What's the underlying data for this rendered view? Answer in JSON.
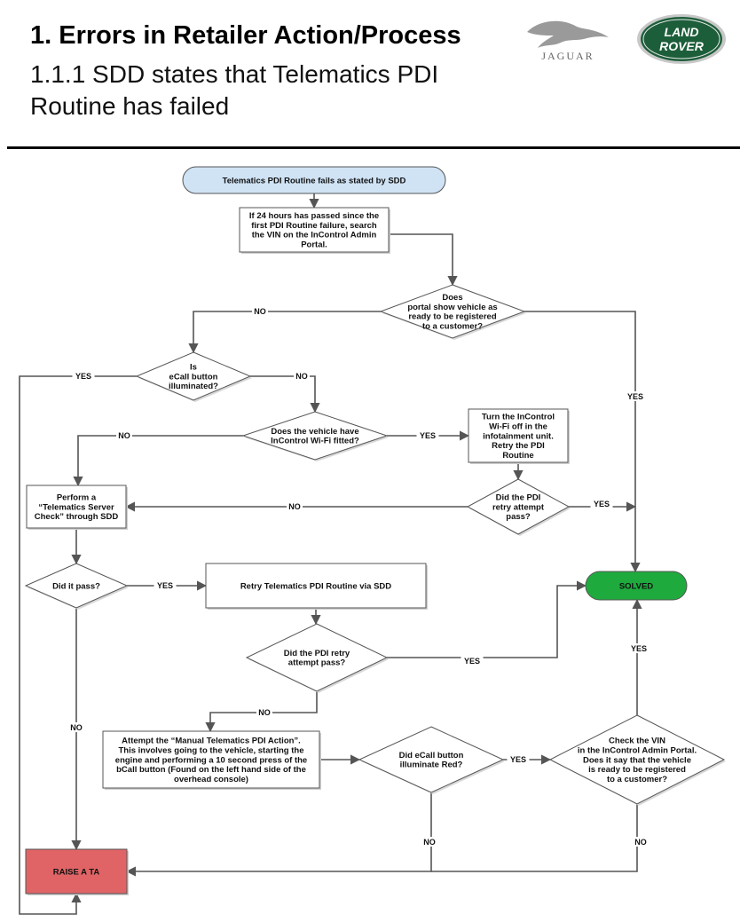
{
  "header": {
    "title": "1. Errors in Retailer Action/Process",
    "subtitle_line1": "1.1.1 SDD states that Telematics PDI",
    "subtitle_line2": "Routine has failed"
  },
  "logos": {
    "jaguar": {
      "text": "JAGUAR"
    },
    "landrover": {
      "line1": "LAND",
      "line2": "ROVER",
      "color": "#1d5e3a"
    }
  },
  "colors": {
    "start": "#cfe3f5",
    "solved": "#1faa3e",
    "raise": "#e06466",
    "box": "#ffffff",
    "line": "#555555"
  },
  "nodes": [
    {
      "id": "start",
      "lines": [
        "Telematics PDI Routine fails as stated by SDD"
      ]
    },
    {
      "id": "search",
      "lines": [
        "If 24 hours has passed since the",
        "first PDI Routine failure, search",
        "the VIN on the InControl Admin",
        "Portal."
      ]
    },
    {
      "id": "portal",
      "lines": [
        "Does",
        "portal show vehicle as",
        "ready to be registered",
        "to a customer?"
      ]
    },
    {
      "id": "ecall",
      "lines": [
        "Is",
        "eCall button",
        "illuminated?"
      ]
    },
    {
      "id": "wifi",
      "lines": [
        "Does the vehicle have",
        "InControl Wi-Fi fitted?"
      ]
    },
    {
      "id": "turnoff",
      "lines": [
        "Turn the InControl",
        "Wi-Fi off in the",
        "infotainment unit.",
        "Retry the PDI",
        "Routine"
      ]
    },
    {
      "id": "retry1",
      "lines": [
        "Did the PDI",
        "retry attempt",
        "pass?"
      ]
    },
    {
      "id": "servercheck",
      "lines": [
        "Perform a",
        "“Telematics Server",
        "Check” through SDD"
      ]
    },
    {
      "id": "pass",
      "lines": [
        "Did it pass?"
      ]
    },
    {
      "id": "retrysdd",
      "lines": [
        "Retry Telematics PDI Routine via SDD"
      ]
    },
    {
      "id": "solved",
      "lines": [
        "SOLVED"
      ]
    },
    {
      "id": "retry2",
      "lines": [
        "Did the PDI  retry",
        "attempt pass?"
      ]
    },
    {
      "id": "manual",
      "lines": [
        "Attempt the “Manual Telematics PDI Action”.",
        "This involves going to the vehicle, starting the",
        "engine and performing a 10 second press of the",
        "bCall button (Found on the left hand side of the",
        "overhead console)"
      ]
    },
    {
      "id": "ecallred",
      "lines": [
        "Did eCall button",
        "illuminate Red?"
      ]
    },
    {
      "id": "checkvin",
      "lines": [
        "Check the VIN",
        "in the InControl Admin Portal.",
        "Does it say that the vehicle",
        "is ready to be registered",
        "to a customer?"
      ]
    },
    {
      "id": "raise",
      "lines": [
        "RAISE A TA"
      ]
    }
  ],
  "edge_labels": [
    {
      "id": "portal_no",
      "text": "NO"
    },
    {
      "id": "portal_yes",
      "text": "YES"
    },
    {
      "id": "ecall_yes",
      "text": "YES"
    },
    {
      "id": "ecall_no",
      "text": "NO"
    },
    {
      "id": "wifi_no",
      "text": "NO"
    },
    {
      "id": "wifi_yes",
      "text": "YES"
    },
    {
      "id": "retry1_no",
      "text": "NO"
    },
    {
      "id": "retry1_yes",
      "text": "YES"
    },
    {
      "id": "pass_yes",
      "text": "YES"
    },
    {
      "id": "pass_no",
      "text": "NO"
    },
    {
      "id": "retry2_yes",
      "text": "YES"
    },
    {
      "id": "retry2_no",
      "text": "NO"
    },
    {
      "id": "ecallred_yes",
      "text": "YES"
    },
    {
      "id": "ecallred_no",
      "text": "NO"
    },
    {
      "id": "checkvin_yes",
      "text": "YES"
    },
    {
      "id": "checkvin_no",
      "text": "NO"
    }
  ]
}
